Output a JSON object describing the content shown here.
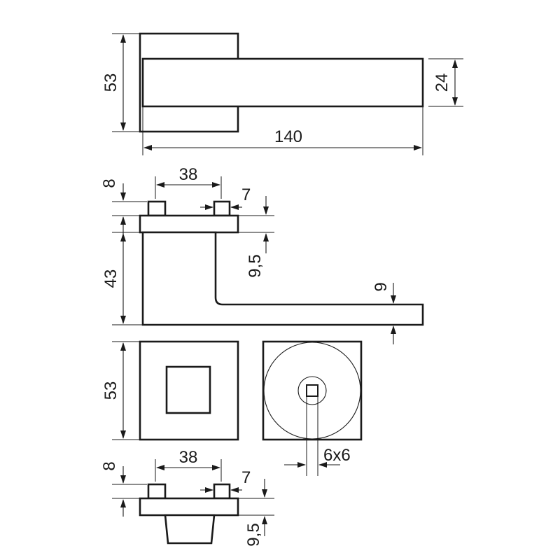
{
  "colors": {
    "line": "#1a1a1a",
    "background": "#ffffff"
  },
  "views": {
    "lever_top": {
      "rose_height": "53",
      "lever_width": "24",
      "total_length": "140"
    },
    "lever_side": {
      "pin_height": "8",
      "pin_spacing": "38",
      "pin_width": "7",
      "plate_thickness": "9,5",
      "rose_to_lever_height": "43",
      "lever_thickness": "9"
    },
    "rose_front": {
      "rose_size": "53"
    },
    "escutcheon_front": {
      "spindle_square": "6x6"
    },
    "escutcheon_side": {
      "pin_height": "8",
      "pin_spacing": "38",
      "pin_width": "7",
      "plate_thickness": "9,5"
    }
  }
}
